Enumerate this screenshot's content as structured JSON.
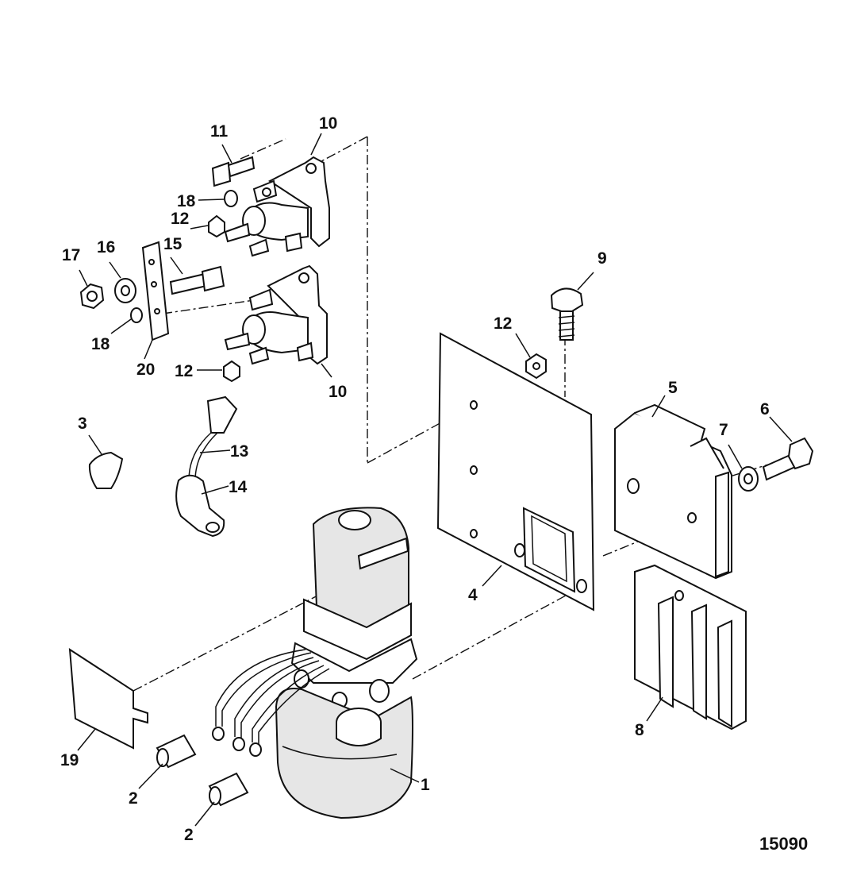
{
  "callouts": [
    {
      "id": "c11",
      "text": "11"
    },
    {
      "id": "c10a",
      "text": "10"
    },
    {
      "id": "c18a",
      "text": "18"
    },
    {
      "id": "c12a",
      "text": "12"
    },
    {
      "id": "c17",
      "text": "17"
    },
    {
      "id": "c16",
      "text": "16"
    },
    {
      "id": "c15",
      "text": "15"
    },
    {
      "id": "c18b",
      "text": "18"
    },
    {
      "id": "c20",
      "text": "20"
    },
    {
      "id": "c12b",
      "text": "12"
    },
    {
      "id": "c10b",
      "text": "10"
    },
    {
      "id": "c9",
      "text": "9"
    },
    {
      "id": "c12c",
      "text": "12"
    },
    {
      "id": "c5",
      "text": "5"
    },
    {
      "id": "c6",
      "text": "6"
    },
    {
      "id": "c7",
      "text": "7"
    },
    {
      "id": "c3",
      "text": "3"
    },
    {
      "id": "c13",
      "text": "13"
    },
    {
      "id": "c14",
      "text": "14"
    },
    {
      "id": "c4",
      "text": "4"
    },
    {
      "id": "c8",
      "text": "8"
    },
    {
      "id": "c19",
      "text": "19"
    },
    {
      "id": "c1",
      "text": "1"
    },
    {
      "id": "c2a",
      "text": "2"
    },
    {
      "id": "c2b",
      "text": "2"
    }
  ],
  "figure_number": "15090"
}
